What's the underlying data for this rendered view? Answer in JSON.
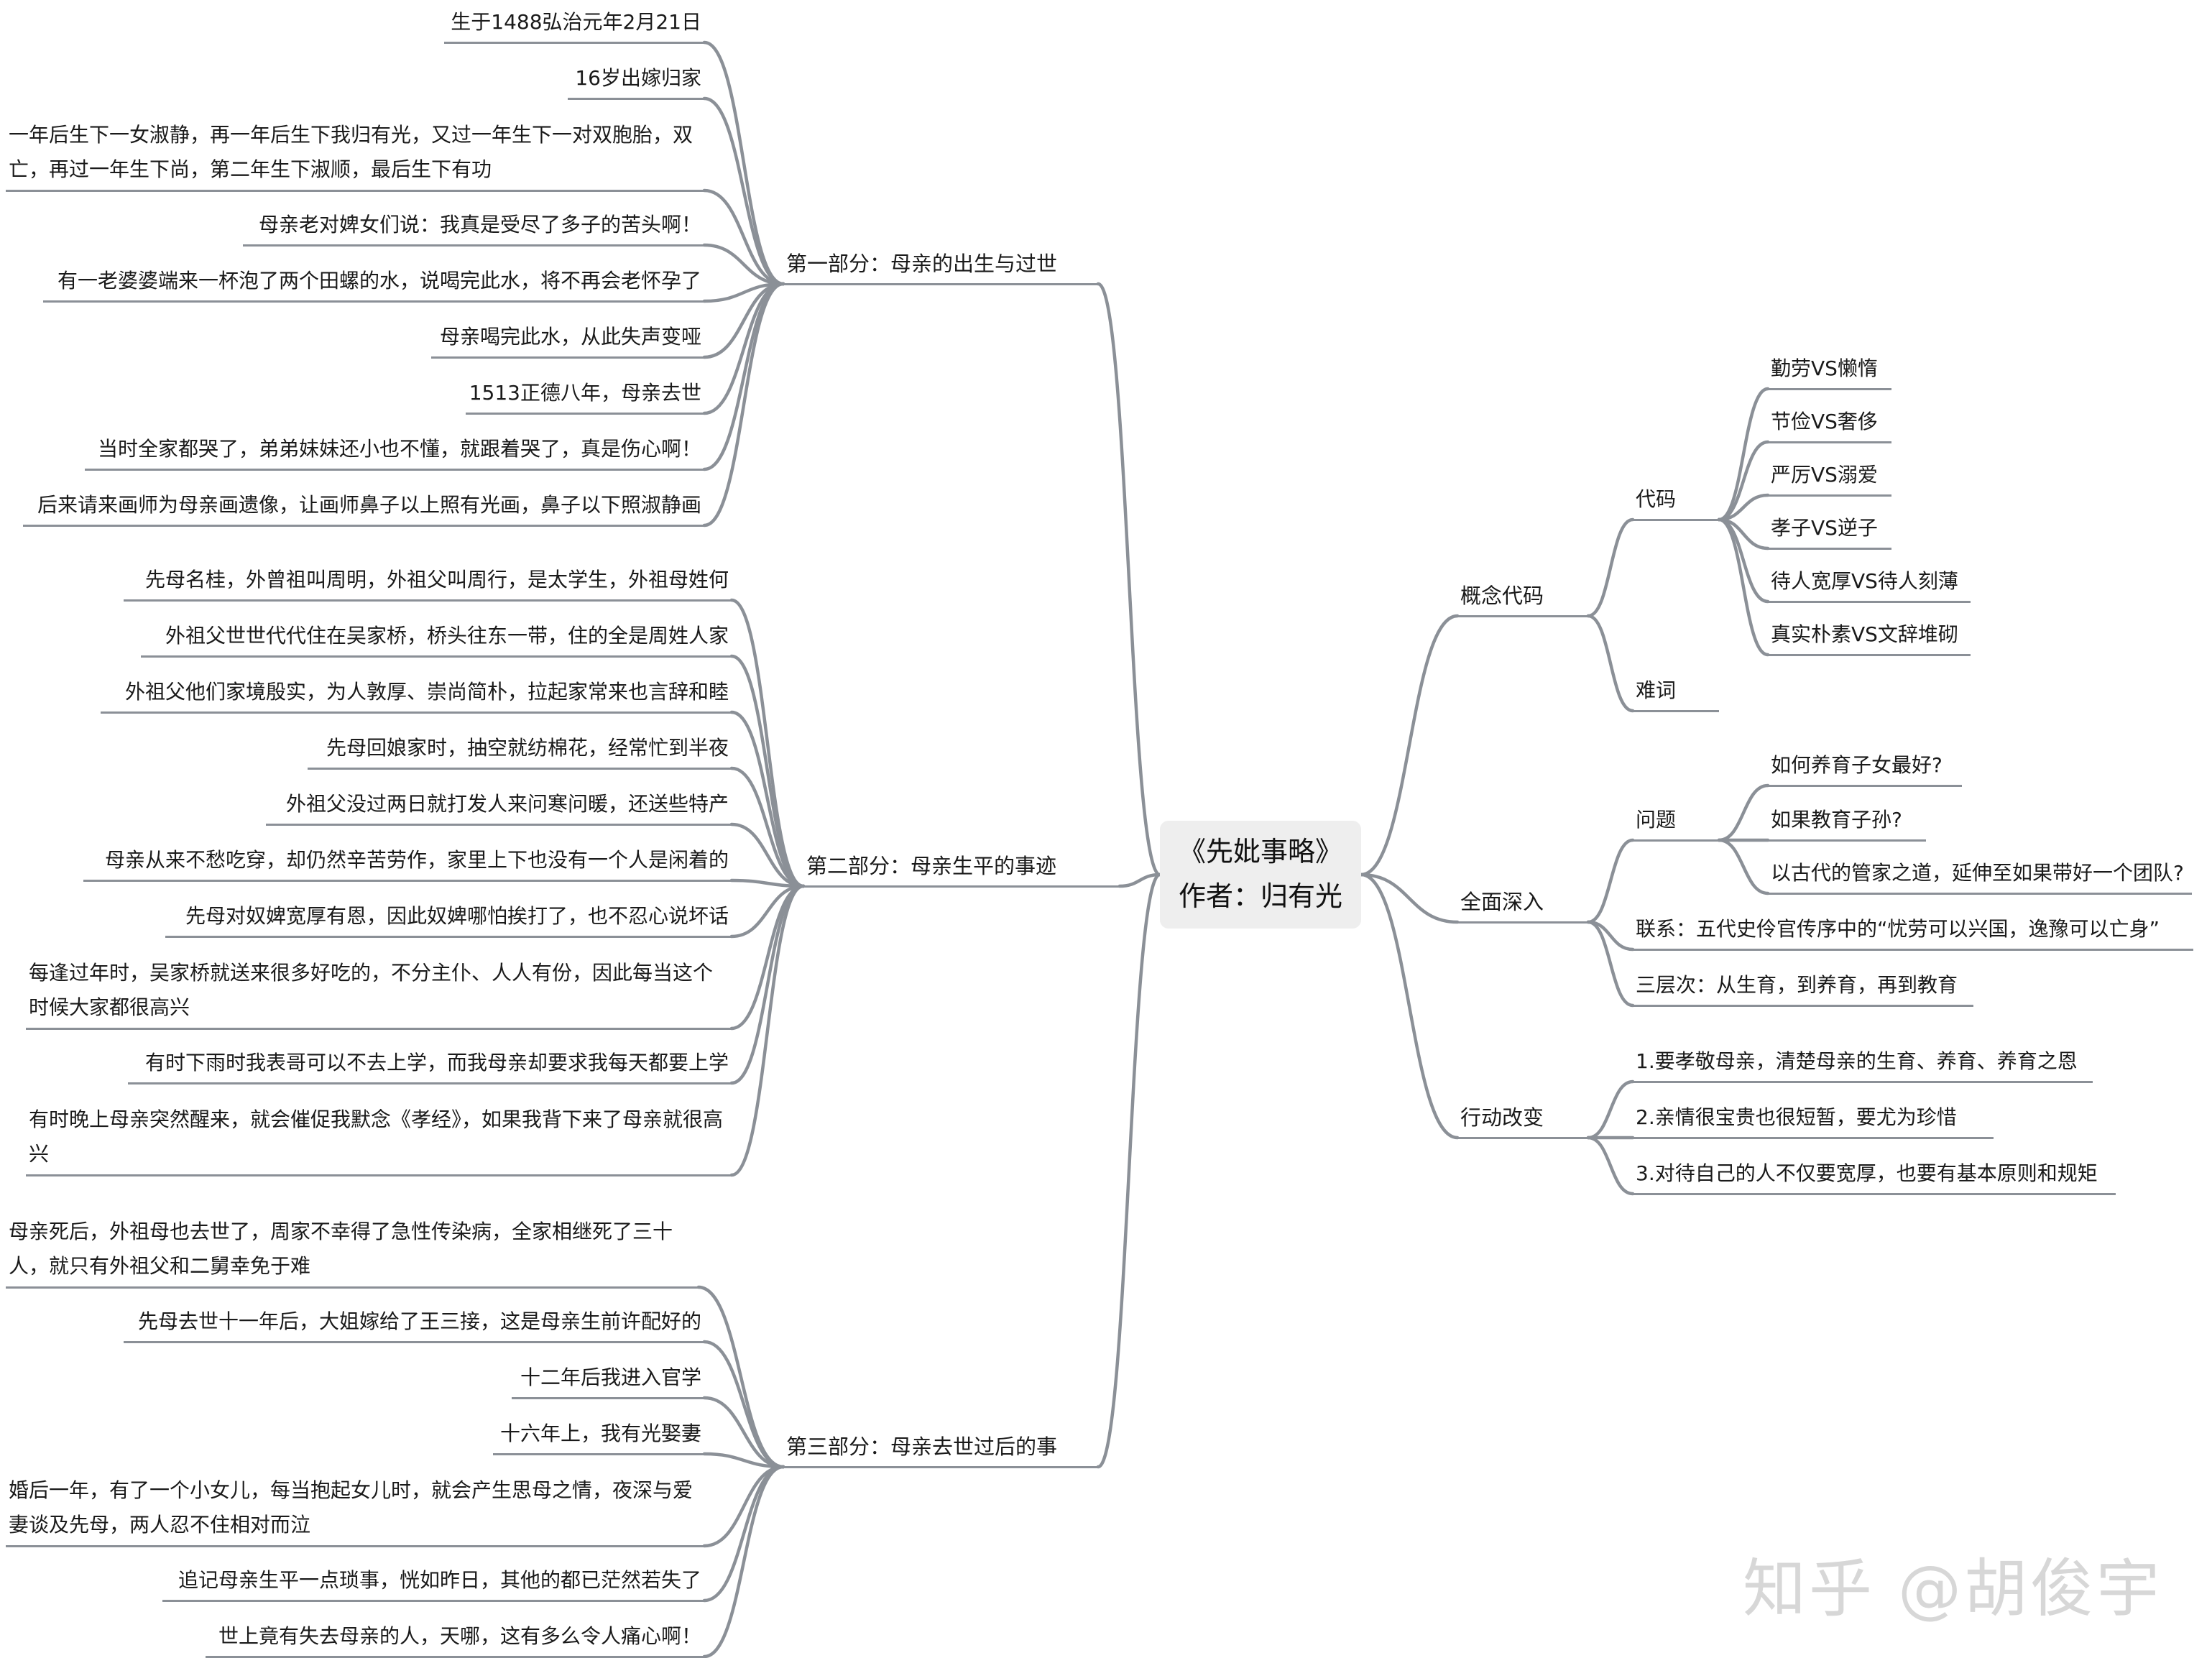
{
  "root": {
    "line1": "《先妣事略》",
    "line2": "作者：归有光"
  },
  "colors": {
    "edge": "#8b9097",
    "root_bg": "#eeeeee",
    "text": "#1a1a1a",
    "watermark": "#d7d7d7"
  },
  "left": {
    "part1": {
      "label": "第一部分：母亲的出生与过世",
      "items": [
        "生于1488弘治元年2月21日",
        "16岁出嫁归家",
        "一年后生下一女淑静，再一年后生下我归有光，又过一年生下一对双胞胎，双亡，再过一年生下尚，第二年生下淑顺，最后生下有功",
        "母亲老对婢女们说：我真是受尽了多子的苦头啊！",
        "有一老婆婆端来一杯泡了两个田螺的水，说喝完此水，将不再会老怀孕了",
        "母亲喝完此水，从此失声变哑",
        "1513正德八年，母亲去世",
        "当时全家都哭了，弟弟妹妹还小也不懂，就跟着哭了，真是伤心啊！",
        "后来请来画师为母亲画遗像，让画师鼻子以上照有光画，鼻子以下照淑静画"
      ]
    },
    "part2": {
      "label": "第二部分：母亲生平的事迹",
      "items": [
        "先母名桂，外曾祖叫周明，外祖父叫周行，是太学生，外祖母姓何",
        "外祖父世世代代住在吴家桥，桥头往东一带，住的全是周姓人家",
        "外祖父他们家境殷实，为人敦厚、崇尚简朴，拉起家常来也言辞和睦",
        "先母回娘家时，抽空就纺棉花，经常忙到半夜",
        "外祖父没过两日就打发人来问寒问暖，还送些特产",
        "母亲从来不愁吃穿，却仍然辛苦劳作，家里上下也没有一个人是闲着的",
        "先母对奴婢宽厚有恩，因此奴婢哪怕挨打了，也不忍心说坏话",
        "每逢过年时，吴家桥就送来很多好吃的，不分主仆、人人有份，因此每当这个时候大家都很高兴",
        "有时下雨时我表哥可以不去上学，而我母亲却要求我每天都要上学",
        "有时晚上母亲突然醒来，就会催促我默念《孝经》，如果我背下来了母亲就很高兴"
      ]
    },
    "part3": {
      "label": "第三部分：母亲去世过后的事",
      "items": [
        "母亲死后，外祖母也去世了，周家不幸得了急性传染病，全家相继死了三十人，就只有外祖父和二舅幸免于难",
        "先母去世十一年后，大姐嫁给了王三接，这是母亲生前许配好的",
        "十二年后我进入官学",
        "十六年上，我有光娶妻",
        "婚后一年，有了一个小女儿，每当抱起女儿时，就会产生思母之情，夜深与爱妻谈及先母，两人忍不住相对而泣",
        "追记母亲生平一点琐事，恍如昨日，其他的都已茫然若失了",
        "世上竟有失去母亲的人，天哪，这有多么令人痛心啊！"
      ]
    }
  },
  "right": {
    "concept": {
      "label": "概念代码",
      "code": {
        "label": "代码",
        "items": [
          "勤劳VS懒惰",
          "节俭VS奢侈",
          "严厉VS溺爱",
          "孝子VS逆子",
          "待人宽厚VS待人刻薄",
          "真实朴素VS文辞堆砌"
        ]
      },
      "difficult": {
        "label": "难词"
      }
    },
    "deep": {
      "label": "全面深入",
      "question": {
        "label": "问题",
        "items": [
          "如何养育子女最好?",
          "如果教育子孙?",
          "以古代的管家之道，延伸至如果带好一个团队?"
        ]
      },
      "link": "联系：五代史伶官传序中的“忧劳可以兴国，逸豫可以亡身”",
      "levels": "三层次：从生育，到养育，再到教育"
    },
    "action": {
      "label": "行动改变",
      "items": [
        "1.要孝敬母亲，清楚母亲的生育、养育、养育之恩",
        "2.亲情很宝贵也很短暂，要尤为珍惜",
        "3.对待自己的人不仅要宽厚，也要有基本原则和规矩"
      ]
    }
  },
  "watermark": "知乎 @胡俊宇"
}
